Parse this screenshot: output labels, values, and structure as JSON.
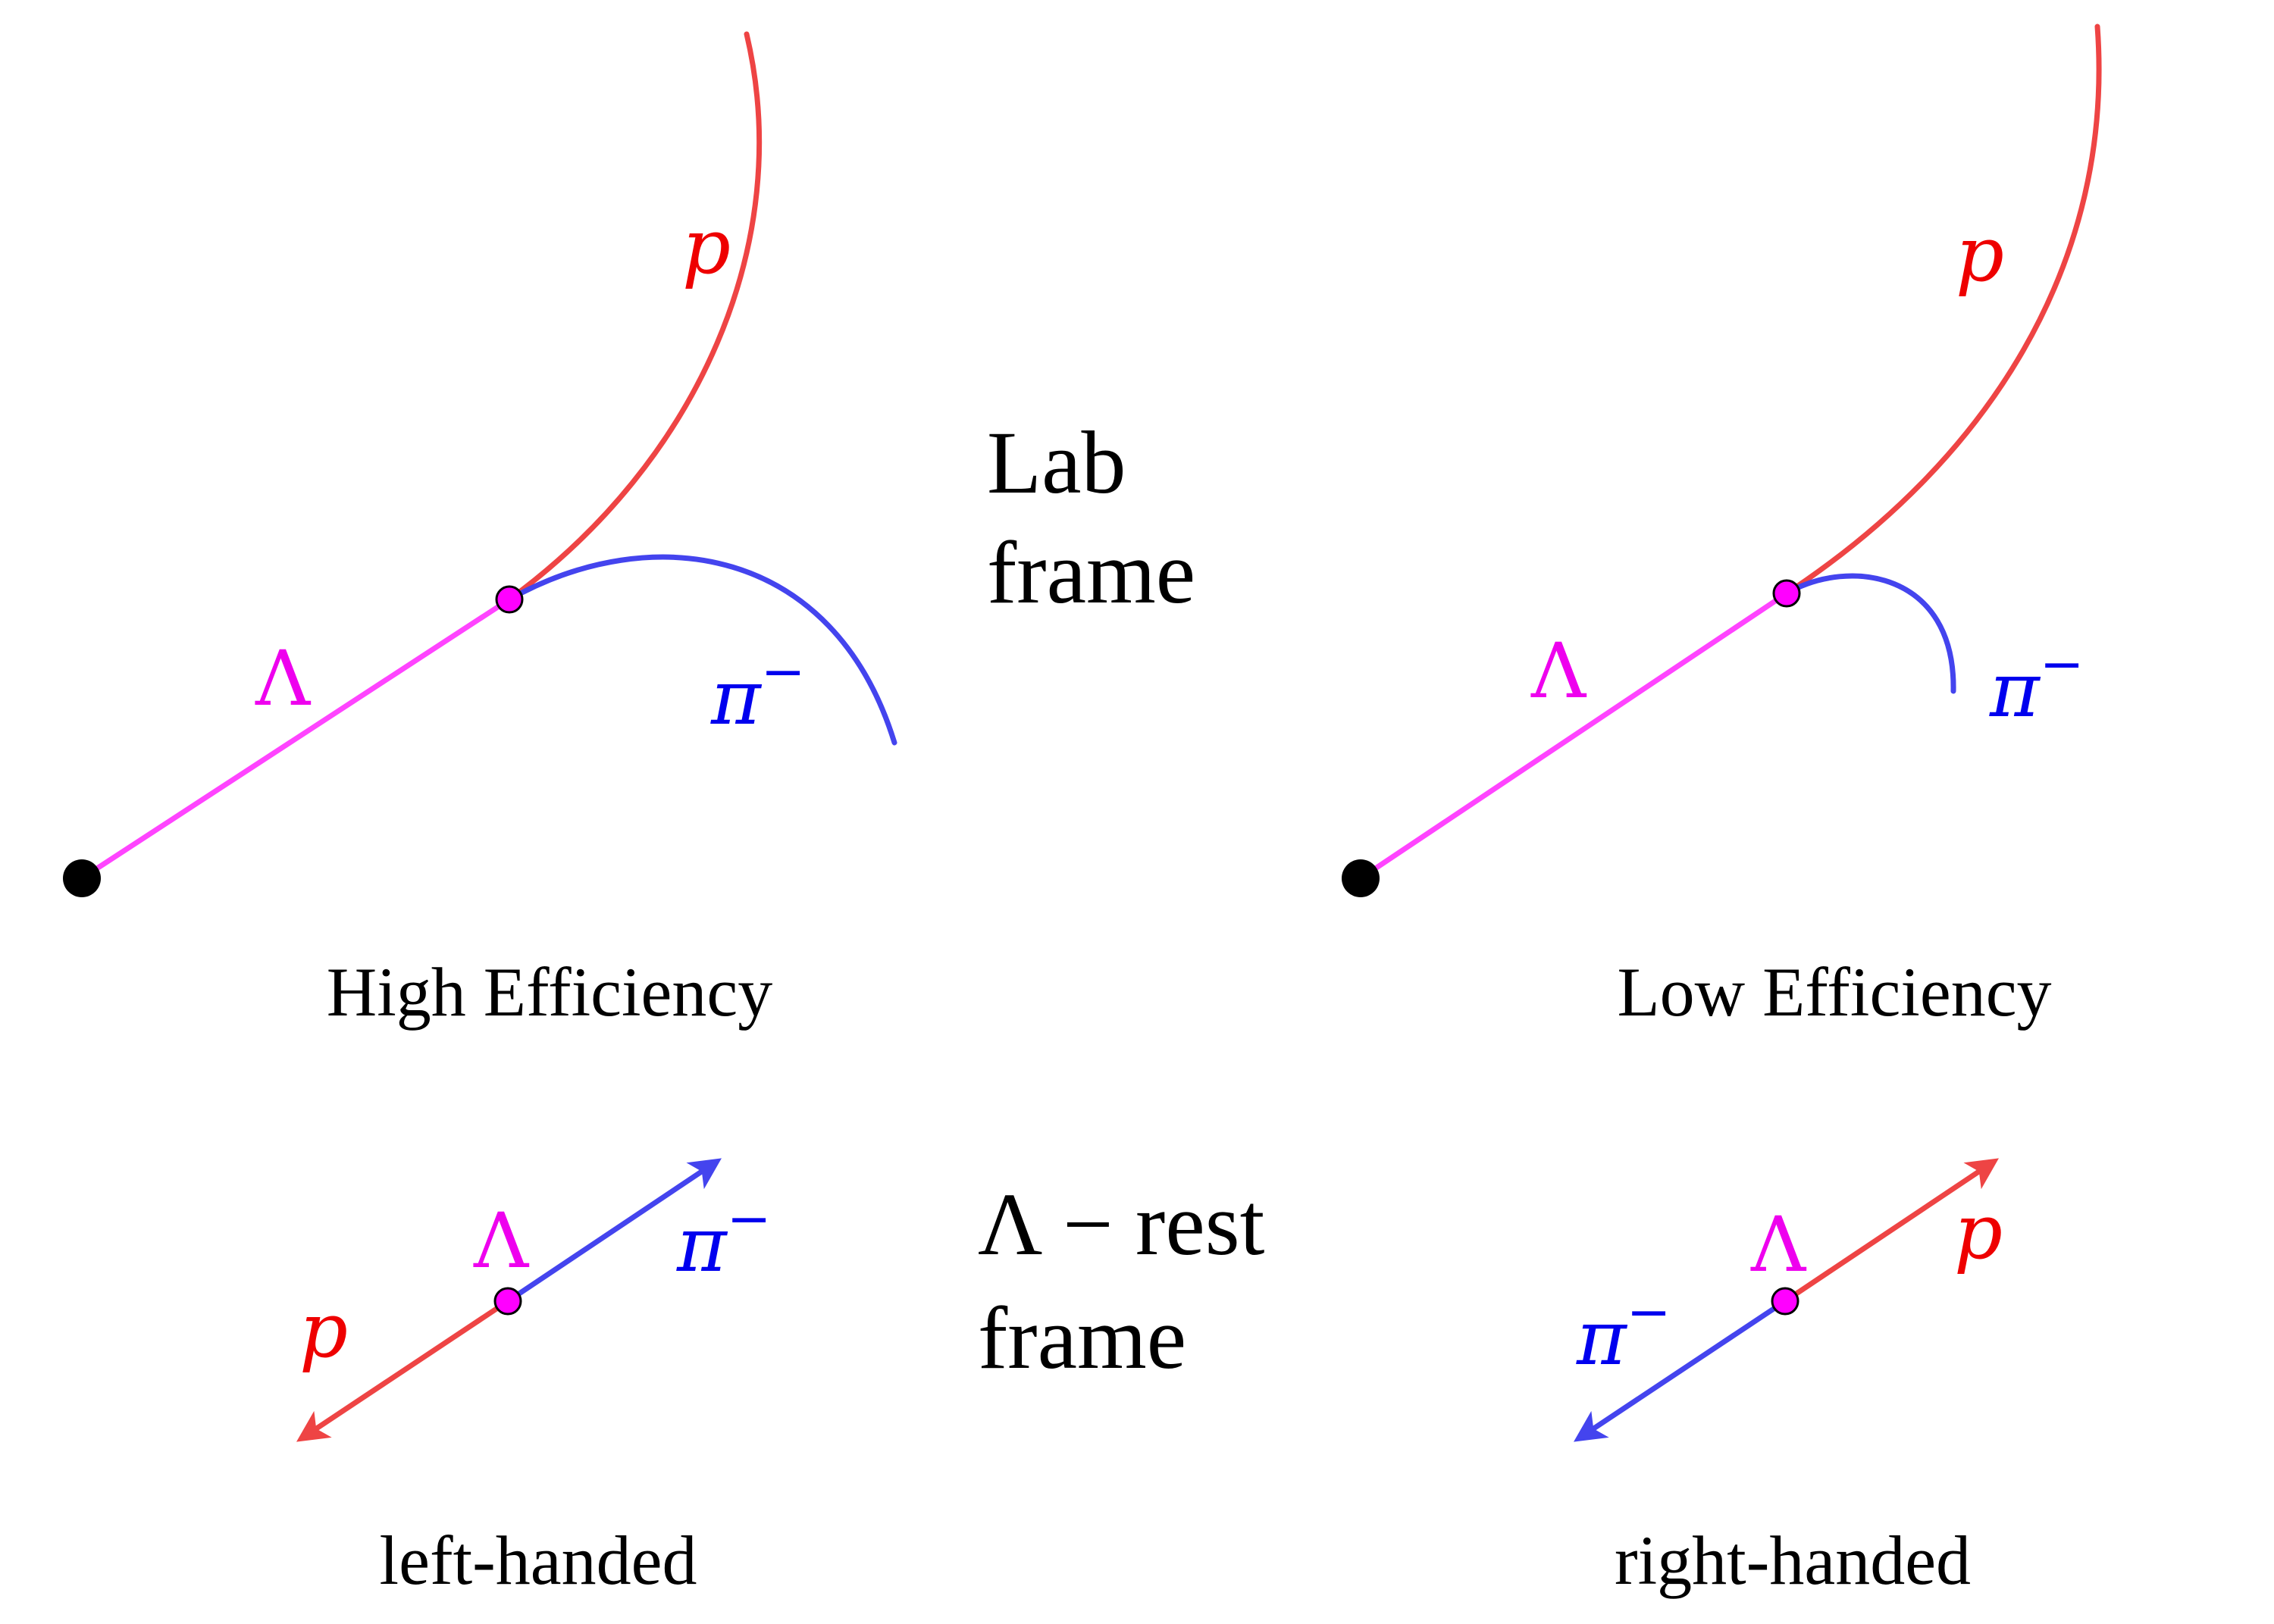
{
  "labels": {
    "lambda": "Λ",
    "proton": "p",
    "pion": "π",
    "pion_charge": "−"
  },
  "frames": {
    "lab": {
      "line1": "Lab",
      "line2": "frame"
    },
    "rest": {
      "line1": "Λ − rest",
      "line2": "frame"
    }
  },
  "captions": {
    "high_efficiency": "High Efficiency",
    "low_efficiency": "Low Efficiency",
    "left_handed": "left-handed",
    "right_handed": "right-handed"
  },
  "colors": {
    "lambda": "#ff44ff",
    "lambda_text": "#ee00ee",
    "vertex_fill": "#ff00ff",
    "proton": "#ee4444",
    "proton_text": "#ee0000",
    "pion": "#4444ee",
    "pion_text": "#0000ee",
    "text": "#000000"
  }
}
